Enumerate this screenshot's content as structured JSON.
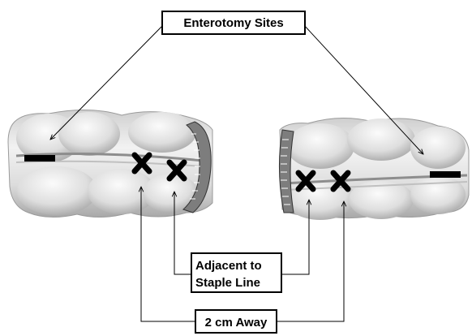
{
  "labels": {
    "enterotomy_sites": "Enterotomy Sites",
    "adjacent_line1": "Adjacent to",
    "adjacent_line2": "Staple Line",
    "two_cm_away": "2 cm Away"
  },
  "colors": {
    "line": "#000000",
    "bowel_fill": "#e6e6e6",
    "bowel_shadow": "#9a9a9a",
    "staple_band": "#8a8a8a"
  }
}
